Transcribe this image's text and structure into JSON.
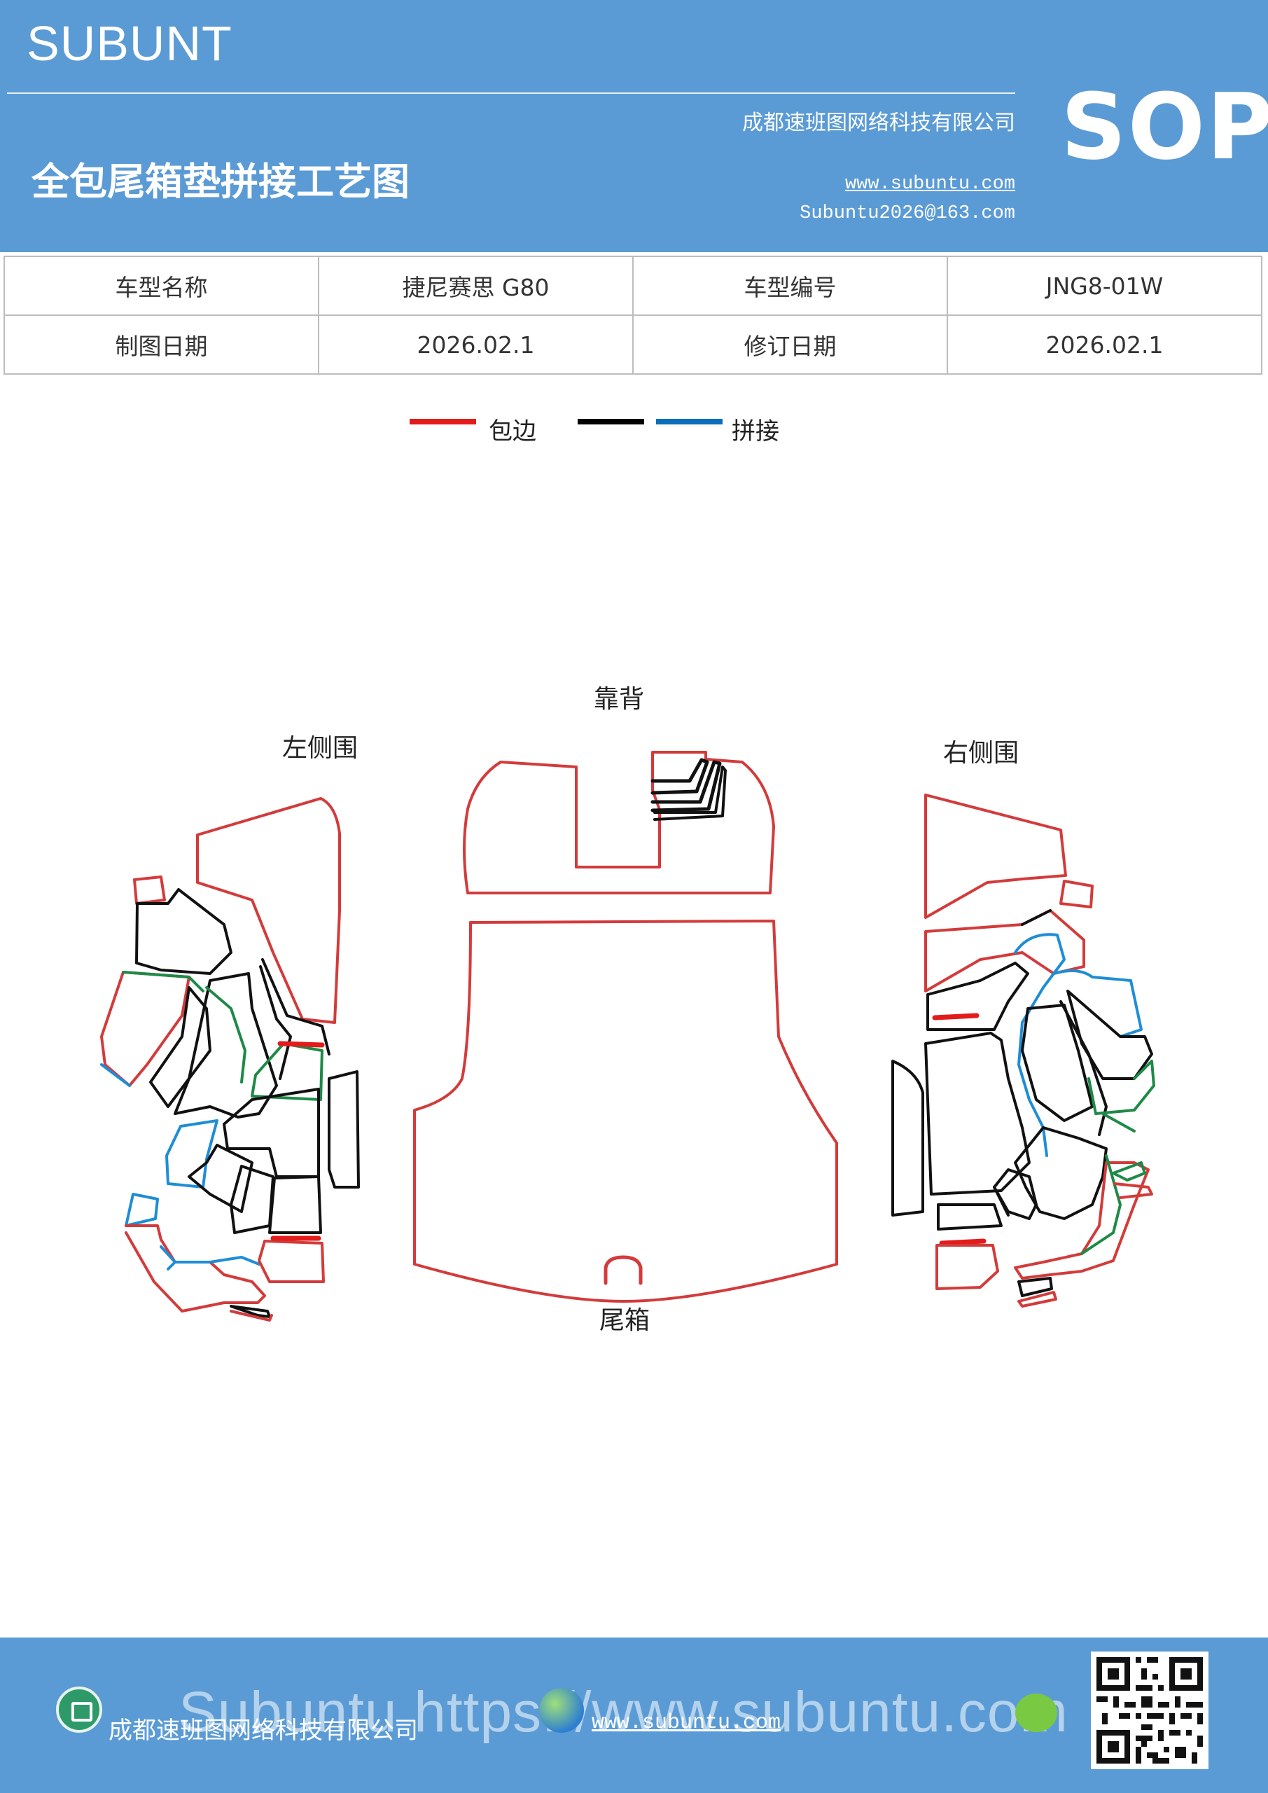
{
  "header": {
    "brand": "SUBUNT",
    "company": "成都速班图网络科技有限公司",
    "title": "全包尾箱垫拼接工艺图",
    "url": "www.subuntu.com",
    "email": "Subuntu2026@163.com",
    "doc_type": "SOP",
    "bg_color": "#5b9bd5"
  },
  "info_table": {
    "rows": [
      [
        "车型名称",
        "捷尼赛思 G80",
        "车型编号",
        "JNG8-01W"
      ],
      [
        "制图日期",
        "2026.02.1",
        "修订日期",
        "2026.02.1"
      ]
    ]
  },
  "legend": {
    "items": [
      {
        "label": "包边",
        "colors": [
          "#e31b1b"
        ]
      },
      {
        "label": "拼接",
        "colors": [
          "#000000",
          "#0a6ebd"
        ]
      }
    ]
  },
  "diagram": {
    "labels": {
      "backrest": "靠背",
      "left_side": "左侧围",
      "right_side": "右侧围",
      "trunk": "尾箱"
    },
    "colors": {
      "edge": "#d33b3b",
      "seam_black": "#111111",
      "seam_blue": "#1f8dd6",
      "seam_green": "#1d8a47",
      "red_bar": "#e31b1b"
    }
  },
  "footer": {
    "company": "成都速班图网络科技有限公司",
    "url": "www.subuntu.com",
    "watermark": "Subuntu https://www.subuntu.com",
    "bg_color": "#5b9bd5"
  }
}
